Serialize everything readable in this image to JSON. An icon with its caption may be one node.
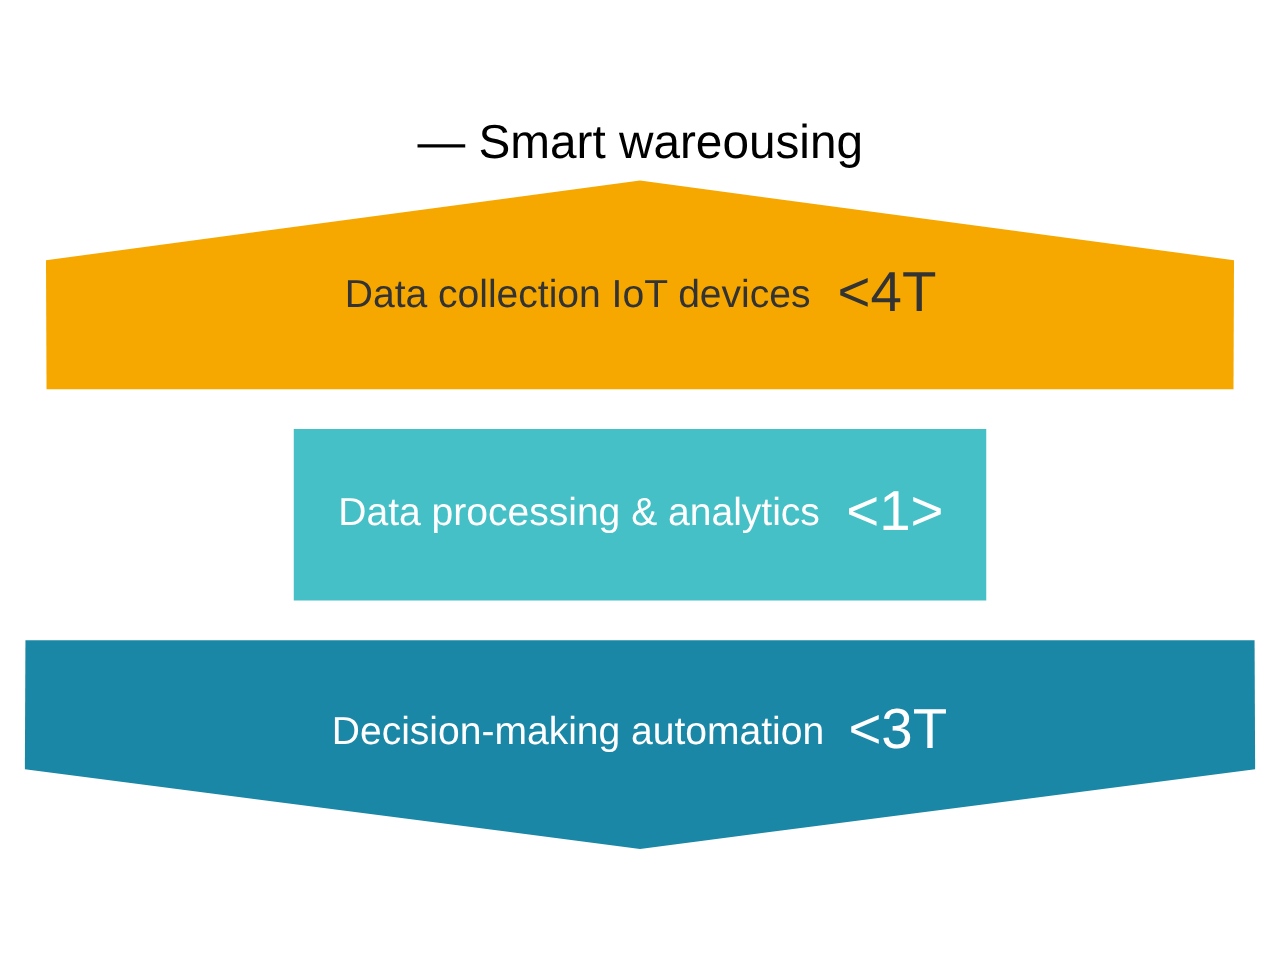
{
  "diagram": {
    "title": "— Smart wareousing",
    "nodes": [
      {
        "text": [
          "Data collection IoT devices",
          "<4T"
        ]
      },
      {
        "text": [
          "Data processing & analytics",
          "<1>"
        ]
      },
      {
        "text": [
          "Decision-making automation",
          "<3T"
        ]
      }
    ]
  }
}
